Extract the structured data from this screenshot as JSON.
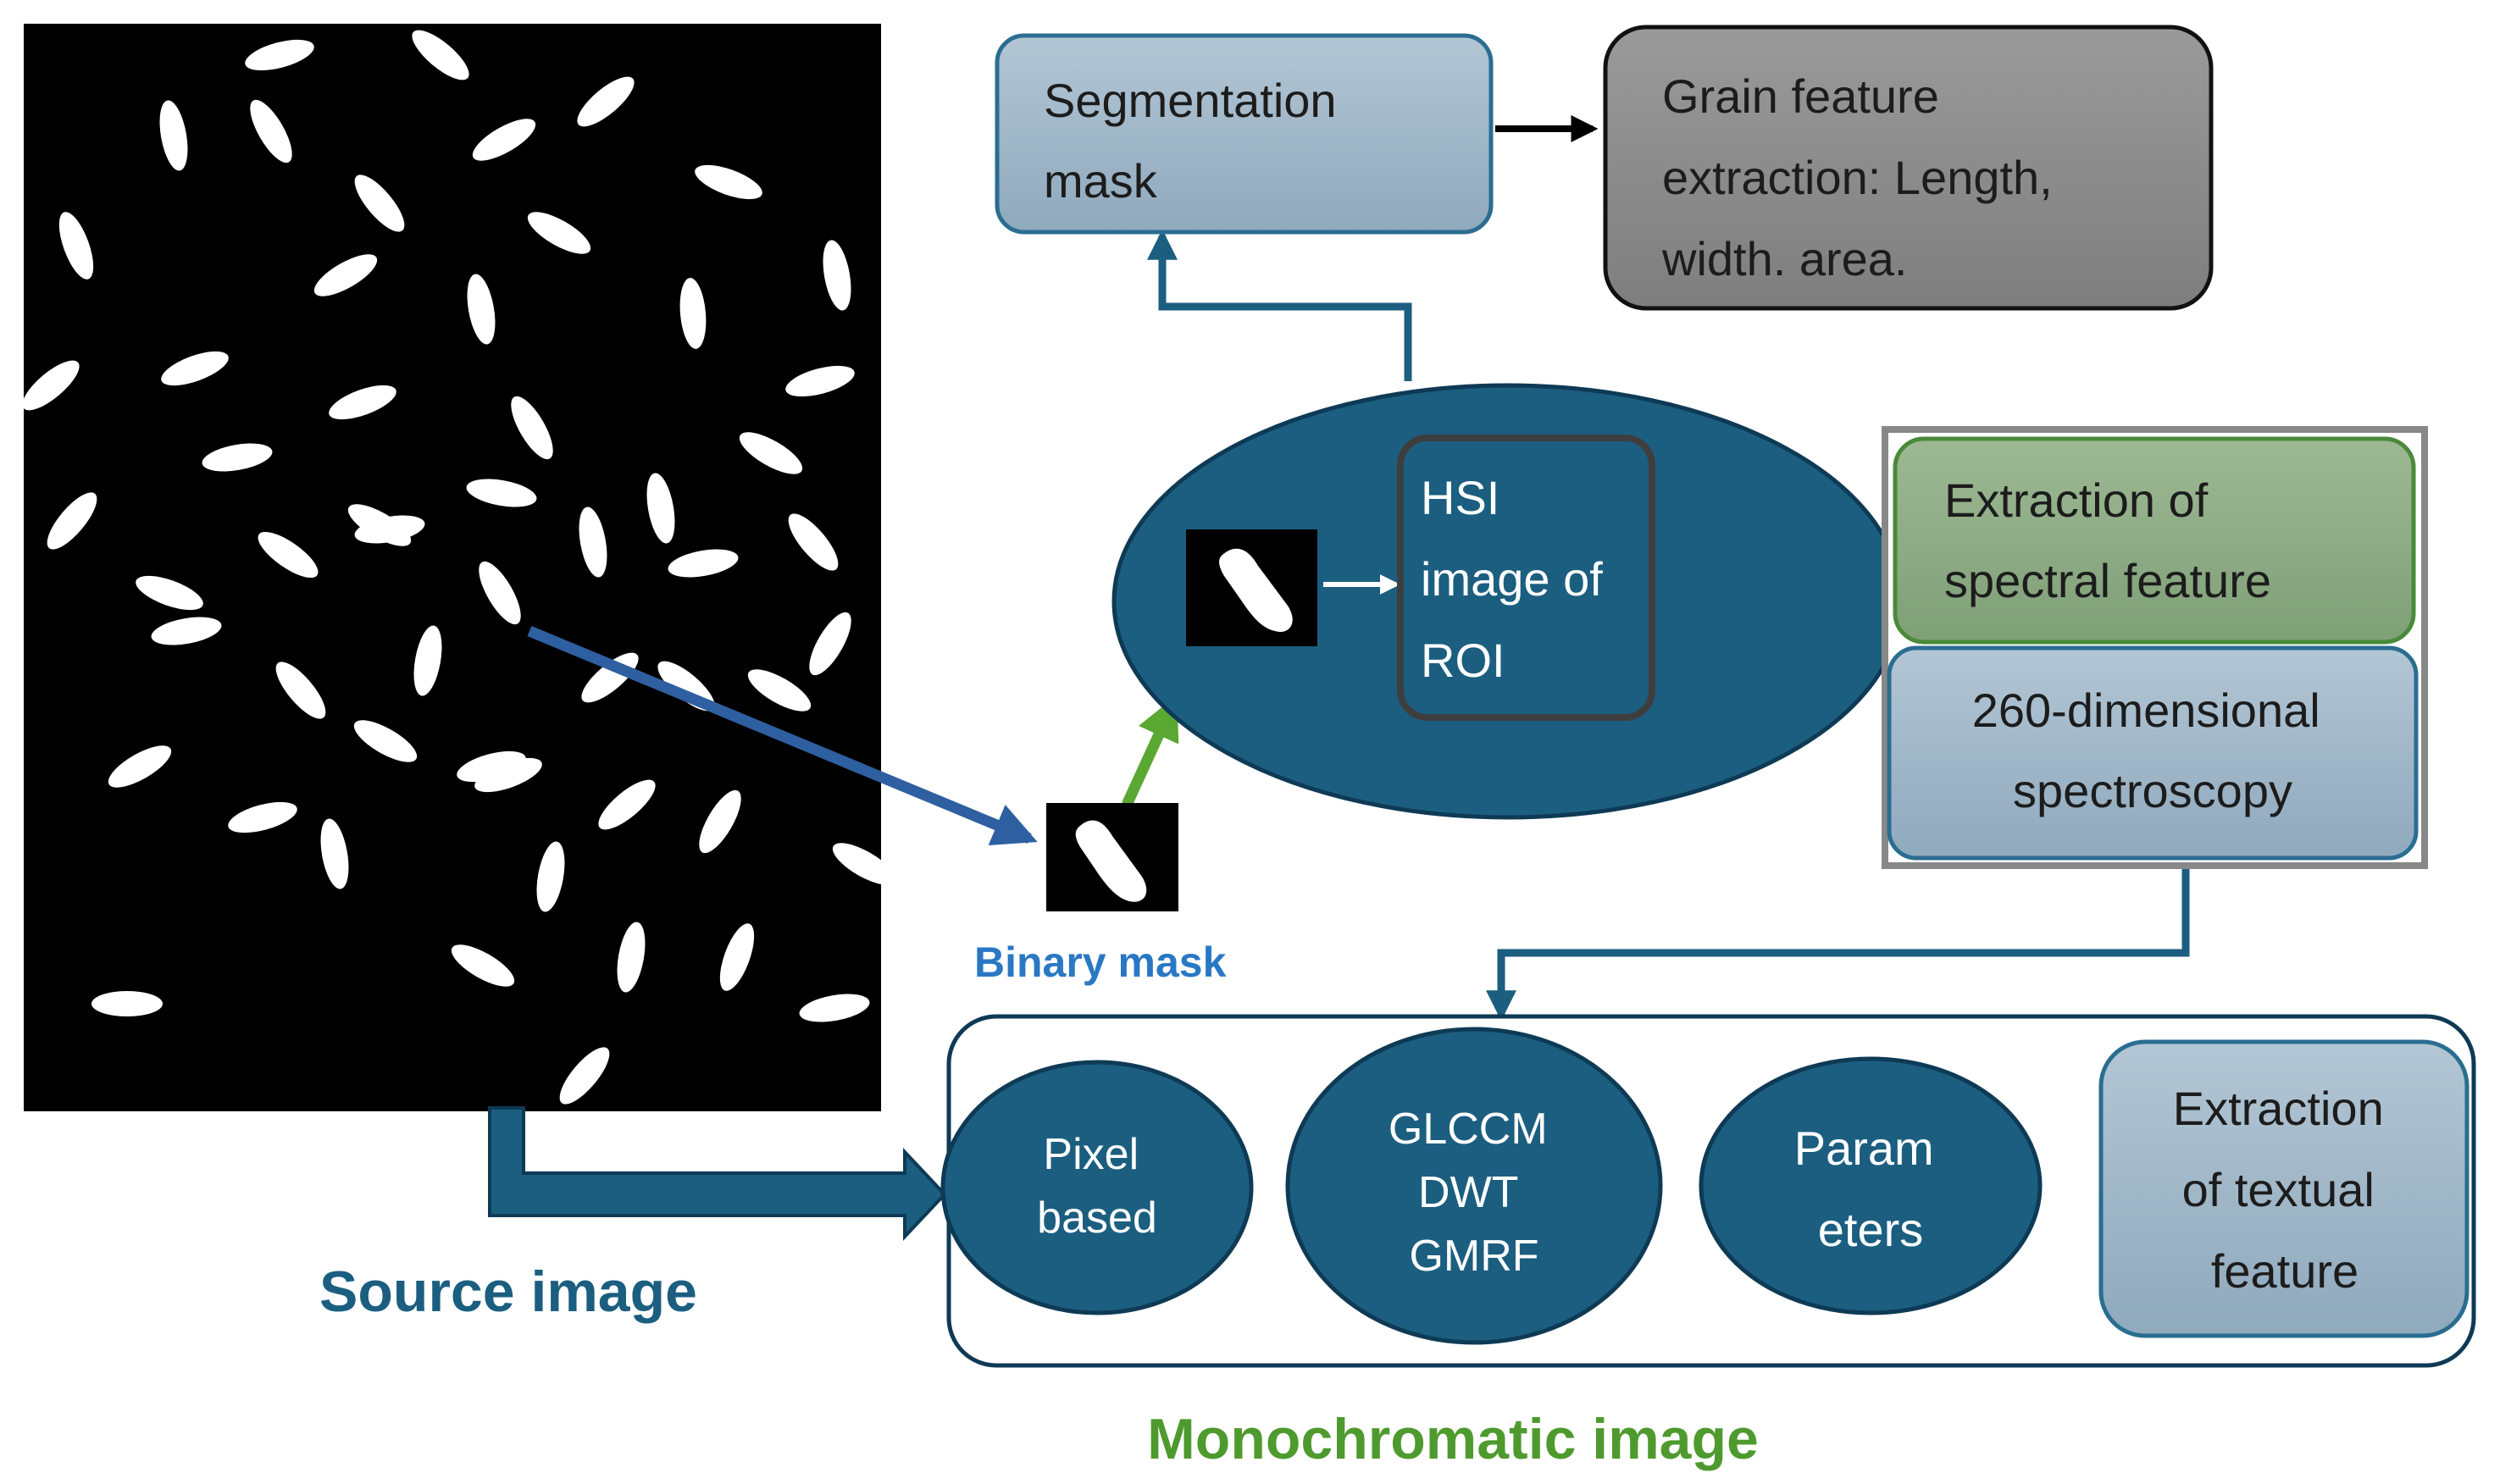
{
  "nodes": {
    "segmentation_mask": {
      "lines": [
        "Segmentation",
        "mask"
      ]
    },
    "grain_feature": {
      "lines": [
        "Grain feature",
        "extraction: Length,",
        "width. area."
      ]
    },
    "hsi_roi": {
      "lines": [
        "HSI",
        "image of",
        "ROI"
      ]
    },
    "spectral_feature": {
      "lines": [
        "Extraction of",
        "spectral feature"
      ]
    },
    "spectroscopy": {
      "lines": [
        "260-dimensional",
        "spectroscopy"
      ]
    },
    "pixel_based": {
      "lines": [
        "Pixel",
        "based"
      ]
    },
    "glccm": {
      "lines": [
        "GLCCM",
        "DWT",
        "GMRF"
      ]
    },
    "parameters": {
      "lines": [
        "Param",
        "eters"
      ]
    },
    "textual_feature": {
      "lines": [
        "Extraction",
        "of textual",
        "feature"
      ]
    }
  },
  "labels": {
    "binary_mask": "Binary mask",
    "source_image": "Source image",
    "monochromatic_image": "Monochromatic image"
  },
  "colors": {
    "dark_teal": "#1b5e80",
    "edge_dark": "#0e3a55",
    "light_steel": "#a6bccd",
    "gray_box": "#8c8c8c",
    "green_box": "#8fae86",
    "green_text": "#4f9a2e",
    "blue_arrow": "#2e5fa0",
    "green_arrow": "#5aa832"
  }
}
